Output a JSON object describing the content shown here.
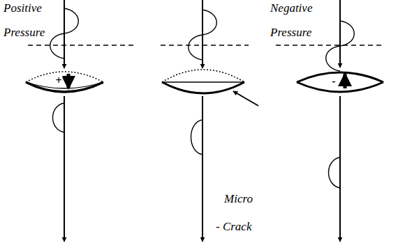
{
  "diagram": {
    "labels": [
      "Positive",
      "Pressure",
      "Negative",
      "Pressure",
      "+",
      "Micro",
      "- Crack",
      "-"
    ]
  }
}
